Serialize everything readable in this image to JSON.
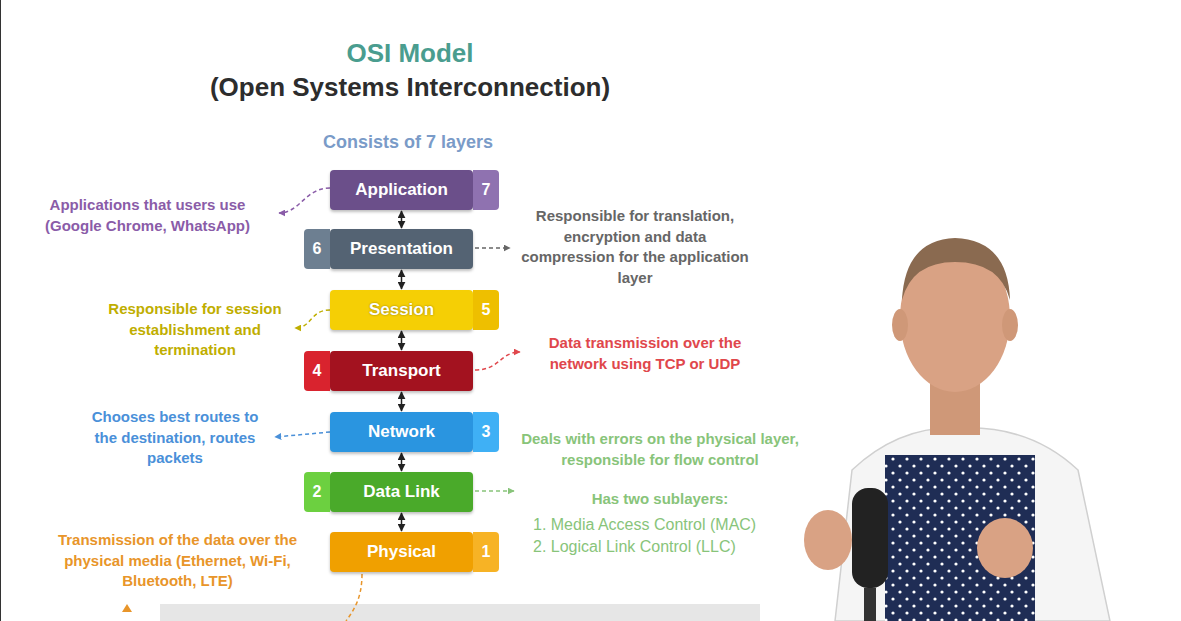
{
  "diagram": {
    "title": "OSI Model",
    "nodes": [
      {
        "text": [
          "Application",
          "7"
        ]
      },
      {
        "text": [
          "Presentation",
          "6"
        ]
      },
      {
        "text": [
          "Session",
          "5"
        ]
      },
      {
        "text": [
          "Transport",
          "4"
        ]
      },
      {
        "text": [
          "Network",
          "3"
        ]
      },
      {
        "text": [
          "Data Link",
          "2"
        ]
      },
      {
        "text": [
          "Physical",
          "1"
        ]
      }
    ],
    "edges": [
      {
        "from": 0,
        "to": 1,
        "arrow": "both"
      },
      {
        "from": 1,
        "to": 2,
        "arrow": "both"
      },
      {
        "from": 2,
        "to": 3,
        "arrow": "both"
      },
      {
        "from": 3,
        "to": 4,
        "arrow": "both"
      },
      {
        "from": 4,
        "to": 5,
        "arrow": "both"
      },
      {
        "from": 5,
        "to": 6,
        "arrow": "both"
      }
    ],
    "labels": [
      "(Open Systems Interconnection)",
      "Consists of 7 layers",
      "Applications that users use (Google Chrome, WhatsApp)",
      "Responsible for translation, encryption and data compression for the application layer",
      "Responsible for session establishment and termination",
      "Data transmission over the network using TCP or UDP",
      "Chooses best routes to the destination, routes packets",
      "Deals with errors on the physical layer, responsible for flow control",
      "Has two sublayers:",
      "1. Media Access Control (MAC)",
      "2. Logical Link Control (LLC)",
      "Transmission of the data over the physical media (Ethernet, Wi-Fi, Bluetooth, LTE)"
    ]
  }
}
